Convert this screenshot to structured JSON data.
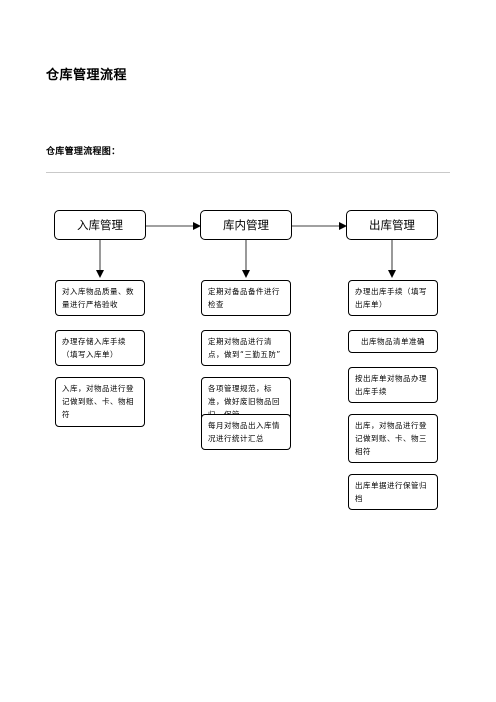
{
  "title": "仓库管理流程",
  "subtitle": "仓库管理流程图：",
  "columns": [
    {
      "header": "入库管理",
      "steps": [
        "对入库物品质量、数量进行严格验收",
        "办理存储入库手续（填写入库单）",
        "入库，对物品进行登记做到账、卡、物相符"
      ]
    },
    {
      "header": "库内管理",
      "steps": [
        "定期对备品备件进行检查",
        "定期对物品进行清点，做到“三勤五防”",
        "各项管理规范，标准，做好废旧物品回归、保管",
        "每月对物品出入库情况进行统计汇总"
      ]
    },
    {
      "header": "出库管理",
      "steps": [
        "办理出库手续（填写出库单）",
        "出库物品清单准确",
        "按出库单对物品办理出库手续",
        "出库，对物品进行登记做到账、卡、物三相符",
        "出库单据进行保管归档"
      ]
    }
  ]
}
